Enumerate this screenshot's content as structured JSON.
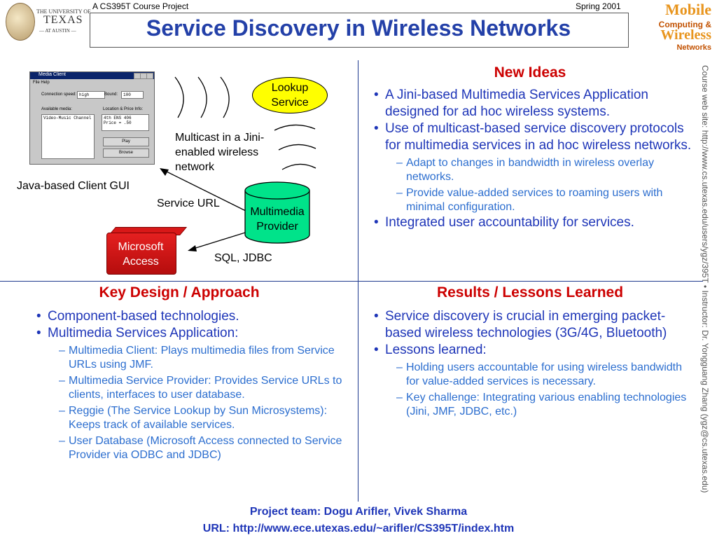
{
  "header": {
    "course": "A CS395T Course Project",
    "term": "Spring 2001",
    "title": "Service Discovery in Wireless Networks",
    "logo": {
      "line1": "THE UNIVERSITY OF",
      "line2": "TEXAS",
      "line3": "— AT AUSTIN —"
    },
    "brand": {
      "line1": "Mobile",
      "line2": "Computing &",
      "line3": "Wireless",
      "line4": "Networks"
    }
  },
  "side_note": "Course web site: http://www.cs.utexas.edu/users/ygz/395T • Instructor: Dr. Yongguang Zhang (ygz@cs.utexas.edu)",
  "diagram": {
    "gui_window": {
      "title": "Media Client",
      "menu": "File   Help",
      "connection_speed_label": "Connection speed:",
      "connection_speed_value": "high",
      "bound_label": "Bound:",
      "bound_value": "100",
      "available_media_label": "Available media:",
      "media_item": "Video-Music Channel",
      "location_label": "Location & Price Info:",
      "location_value": "4th ENS 406\nPrice = .50",
      "play_button": "Play",
      "browse_button": "Browse"
    },
    "gui_caption": "Java-based Client GUI",
    "lookup": "Lookup Service",
    "multicast": "Multicast in a Jini-enabled wireless network",
    "service_url": "Service URL",
    "provider": "Multimedia Provider",
    "access": "Microsoft Access",
    "sql": "SQL, JDBC"
  },
  "new_ideas": {
    "heading": "New Ideas",
    "items": [
      {
        "level": 1,
        "text": "A Jini-based Multimedia Services Application designed for ad hoc wireless systems."
      },
      {
        "level": 1,
        "text": "Use of multicast-based service discovery protocols for multimedia services in ad hoc wireless networks."
      },
      {
        "level": 2,
        "text": "Adapt to changes in bandwidth in wireless overlay networks."
      },
      {
        "level": 2,
        "text": "Provide value-added services to roaming users with minimal configuration."
      },
      {
        "level": 1,
        "text": "Integrated user accountability for services."
      }
    ]
  },
  "key_design": {
    "heading": "Key Design / Approach",
    "items": [
      {
        "level": 1,
        "text": "Component-based technologies."
      },
      {
        "level": 1,
        "text": "Multimedia Services Application:"
      },
      {
        "level": 2,
        "text": "Multimedia Client: Plays multimedia files from Service URLs using JMF."
      },
      {
        "level": 2,
        "text": "Multimedia Service Provider: Provides Service URLs to clients, interfaces to user database."
      },
      {
        "level": 2,
        "text": "Reggie (The Service Lookup by Sun Microsystems): Keeps track of available services."
      },
      {
        "level": 2,
        "text": "User Database (Microsoft Access connected to Service Provider via ODBC and JDBC)"
      }
    ]
  },
  "results": {
    "heading": "Results / Lessons Learned",
    "items": [
      {
        "level": 1,
        "text": "Service discovery is crucial in emerging packet-based wireless technologies (3G/4G, Bluetooth)"
      },
      {
        "level": 1,
        "text": "Lessons learned:"
      },
      {
        "level": 2,
        "text": "Holding users accountable for using wireless bandwidth for value-added services is necessary."
      },
      {
        "level": 2,
        "text": "Key challenge: Integrating various enabling technologies (Jini, JMF, JDBC, etc.)"
      }
    ]
  },
  "footer": {
    "team": "Project team: Dogu Arifler, Vivek Sharma",
    "url": "URL: http://www.ece.utexas.edu/~arifler/CS395T/index.htm"
  }
}
